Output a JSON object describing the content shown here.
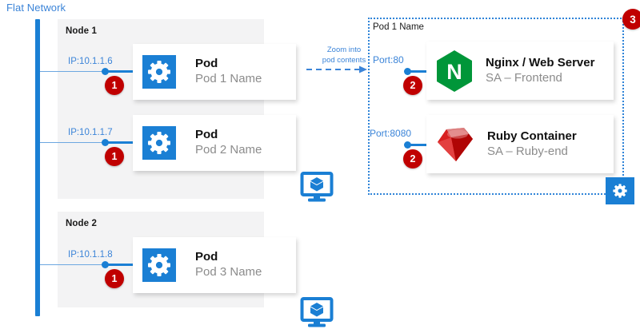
{
  "diagram": {
    "flat_network_label": "Flat Network",
    "annotation": {
      "line1": "Zoom into",
      "line2": "pod contents",
      "icon": "dashed-arrow-right-icon"
    },
    "nodes": [
      {
        "title": "Node 1",
        "pods": [
          {
            "ip_label": "IP:10.1.1.6",
            "badge": "1",
            "icon": "gear-icon",
            "title": "Pod",
            "subtitle": "Pod 1 Name"
          },
          {
            "ip_label": "IP:10.1.1.7",
            "badge": "1",
            "icon": "gear-icon",
            "title": "Pod",
            "subtitle": "Pod 2 Name"
          }
        ],
        "corner_icon": "monitor-cube-icon"
      },
      {
        "title": "Node 2",
        "pods": [
          {
            "ip_label": "IP:10.1.1.8",
            "badge": "1",
            "icon": "gear-icon",
            "title": "Pod",
            "subtitle": "Pod 3 Name"
          }
        ],
        "corner_icon": "monitor-cube-icon"
      }
    ],
    "pod_detail": {
      "title": "Pod 1 Name",
      "badge": "3",
      "corner_icon": "gear-icon",
      "containers": [
        {
          "port_label": "Port:80",
          "badge": "2",
          "icon": "nginx-logo-icon",
          "title": "Nginx / Web Server",
          "subtitle": "SA – Frontend"
        },
        {
          "port_label": "Port:8080",
          "badge": "2",
          "icon": "ruby-gem-icon",
          "title": "Ruby Container",
          "subtitle": "SA – Ruby-end"
        }
      ]
    },
    "colors": {
      "accent_blue": "#1a7fd4",
      "label_blue": "#3b84d8",
      "badge_red": "#c00000",
      "panel_grey": "#f3f3f4",
      "nginx_green": "#009639",
      "ruby_red": "#cc0000"
    }
  }
}
